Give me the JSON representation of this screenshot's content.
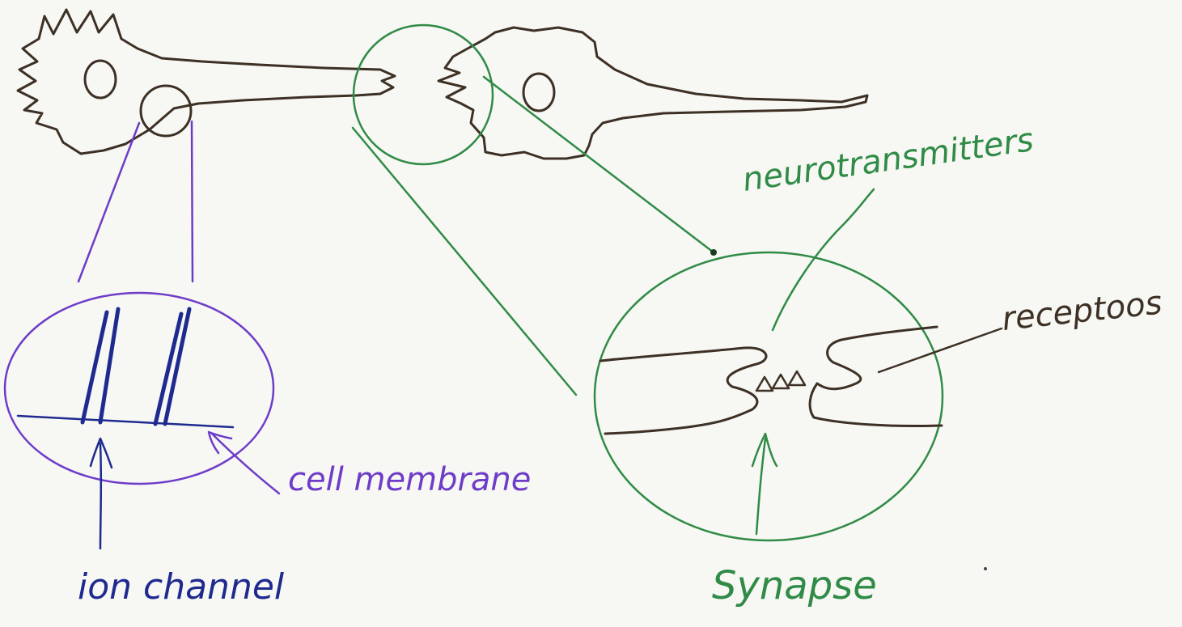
{
  "labels": {
    "neurotransmitters": "neurotransmitters",
    "receptors": "receptoos",
    "cell_membrane": "cell membrane",
    "ion_channel": "ion channel",
    "synapse": "Synapse"
  },
  "colors": {
    "paper": "#f7f7f4",
    "neuron_ink": "#3d3024",
    "synapse_ink": "#2f8b45",
    "membrane_ink": "#6e3cc8",
    "channel_ink": "#1f2a8f"
  }
}
